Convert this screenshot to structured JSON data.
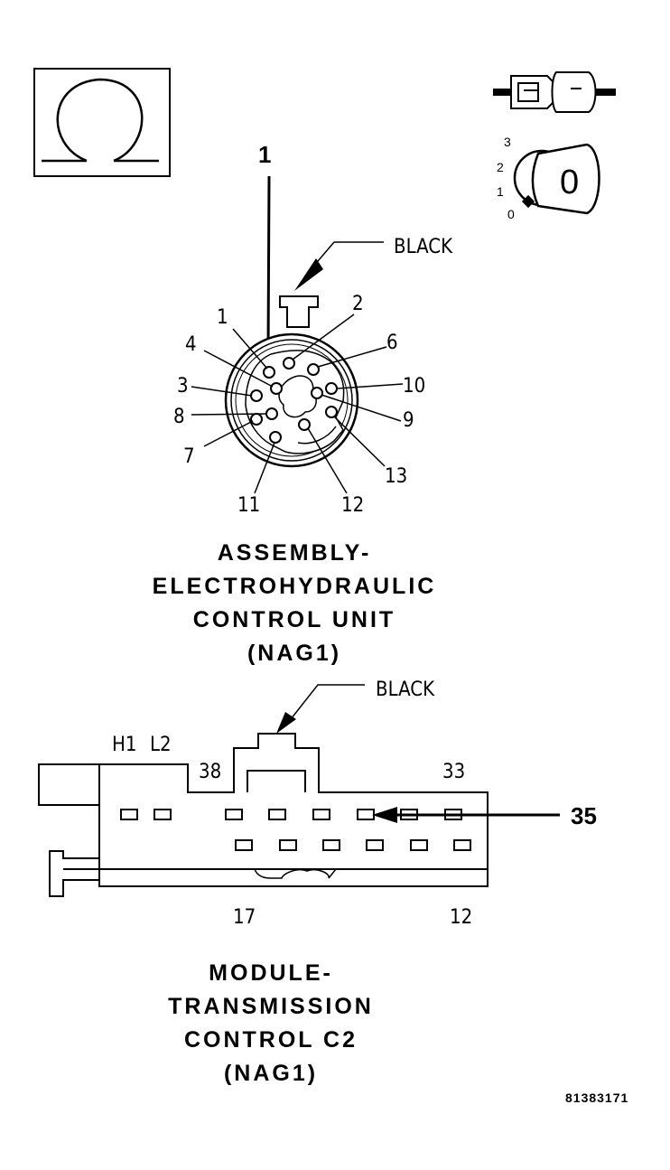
{
  "top_connector": {
    "color_label": "BLACK",
    "callout": "1",
    "pins": [
      "1",
      "2",
      "3",
      "4",
      "6",
      "7",
      "8",
      "9",
      "10",
      "11",
      "12",
      "13"
    ],
    "title_lines": [
      "ASSEMBLY-",
      "ELECTROHYDRAULIC",
      "CONTROL UNIT",
      "(NAG1)"
    ]
  },
  "bottom_connector": {
    "color_label": "BLACK",
    "callout": "35",
    "labels": {
      "h1": "H1",
      "l2": "L2",
      "p38": "38",
      "p33": "33",
      "p17": "17",
      "p12": "12"
    },
    "title_lines": [
      "MODULE-",
      "TRANSMISSION",
      "CONTROL C2",
      "(NAG1)"
    ]
  },
  "key_switch": {
    "positions": [
      "3",
      "2",
      "1",
      "0"
    ],
    "key_glyph": "0"
  },
  "figure_id": "81383171",
  "icons": [
    "ohm-symbol-icon",
    "connector-icon",
    "ignition-key-icon"
  ]
}
